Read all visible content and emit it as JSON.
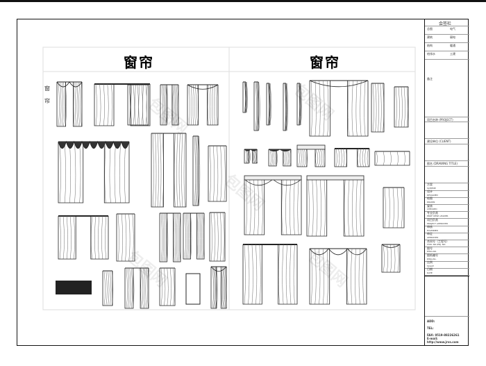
{
  "sheet": {
    "title_left": "窗帘",
    "title_right": "窗帘",
    "side_label": [
      "窗",
      "帘"
    ],
    "watermark": "包图网",
    "titleblock": {
      "header": "会签栏",
      "sign_rows": [
        [
          "总图",
          "电气"
        ],
        [
          "建筑",
          "弱电"
        ],
        [
          "结构",
          "暖通"
        ],
        [
          "给排水",
          "土建"
        ]
      ],
      "remark": "备注",
      "project": "项目名称 (PROJECT)",
      "client": "建设单位 (CLIENT)",
      "drawing_title": "图名 (DRAWING TITLE)",
      "fields": [
        [
          "方案",
          "SCHEME"
        ],
        [
          "设计",
          "DESIGNED"
        ],
        [
          "绘图",
          "DRAWN"
        ],
        [
          "复核",
          "CHECKED"
        ],
        [
          "专业负责",
          "PROF. RESP. LEADER"
        ],
        [
          "项目负责",
          "PROJECT APPROVED"
        ],
        [
          "审核",
          "EXAMINED"
        ],
        [
          "审定",
          "APPROVED"
        ],
        [
          "合同号（工程号）",
          "CON. NO./PRJ. NO."
        ],
        [
          "图号",
          "DWG.NO."
        ],
        [
          "图纸编号",
          "DWG.No."
        ],
        [
          "比例",
          "SCALE"
        ],
        [
          "日期",
          "DATE"
        ]
      ],
      "add": "ADD:",
      "tel": "TEL:",
      "fax": "FAX: 0519-88226261",
      "email": "E-mail:",
      "web": "http://www.jrvs.com"
    }
  }
}
